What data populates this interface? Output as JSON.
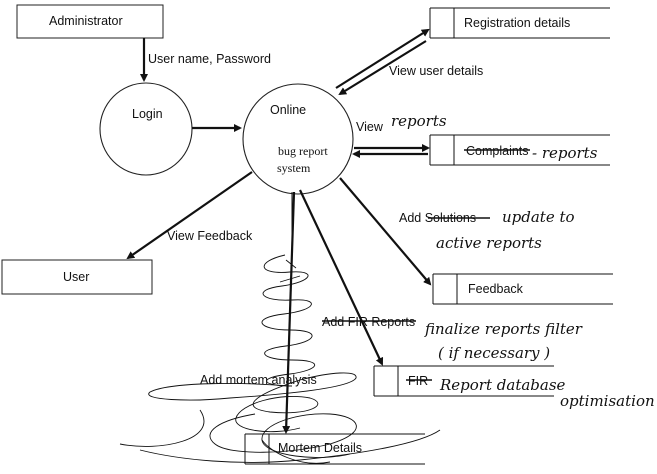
{
  "entities": {
    "administrator": "Administrator",
    "user": "User"
  },
  "processes": {
    "login": "Login",
    "online_line1": "Online",
    "online_line2": "bug report",
    "online_line3": "system"
  },
  "stores": {
    "registration": "Registration details",
    "complaints": "Complaints",
    "feedback": "Feedback",
    "fir": "FIR",
    "mortem": "Mortem Details"
  },
  "flows": {
    "credentials": "User name, Password",
    "view_user_details": "View user details",
    "view": "View",
    "add_solutions": "Add Solutions",
    "view_feedback": "View Feedback",
    "add_fir_reports": "Add FIR Reports",
    "add_mortem_analysis": "Add mortem analysis"
  },
  "handwritten": {
    "reports_near_view": "reports",
    "reports_near_complaints": "- reports",
    "update_line1": "update to",
    "update_line2": "active reports",
    "finalize_line1": "finalize reports filter",
    "finalize_line2": "( if necessary )",
    "report_line1": "Report database",
    "report_line2": "optimisation"
  }
}
